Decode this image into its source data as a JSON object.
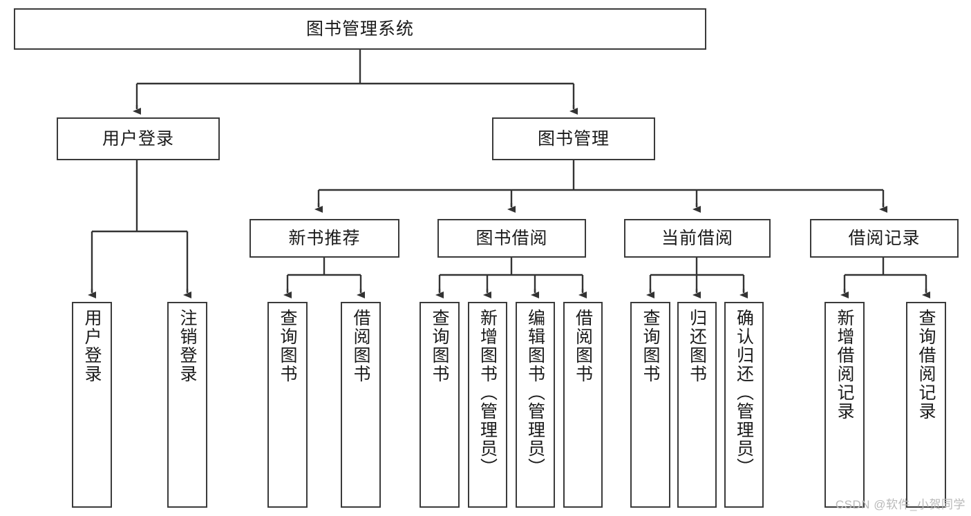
{
  "diagram": {
    "type": "tree",
    "title": "图书管理系统",
    "watermark": "CSDN @软件_小贺同学",
    "colors": {
      "box_border": "#3a3a3a",
      "box_fill": "#ffffff",
      "connector": "#333333",
      "text": "#1a1a1a",
      "watermark": "#b9b9b9"
    },
    "levels": {
      "root": {
        "label": "图书管理系统"
      },
      "level2": [
        {
          "label": "用户登录"
        },
        {
          "label": "图书管理"
        }
      ],
      "level3": [
        {
          "label": "新书推荐"
        },
        {
          "label": "图书借阅"
        },
        {
          "label": "当前借阅"
        },
        {
          "label": "借阅记录"
        }
      ],
      "leaves": {
        "user_login": [
          {
            "label": "用户登录"
          },
          {
            "label": "注销登录"
          }
        ],
        "new_book_recommend": [
          {
            "label": "查询图书"
          },
          {
            "label": "借阅图书"
          }
        ],
        "book_borrow": [
          {
            "label": "查询图书"
          },
          {
            "label": "新增图书（管理员）"
          },
          {
            "label": "编辑图书（管理员）"
          },
          {
            "label": "借阅图书"
          }
        ],
        "current_borrow": [
          {
            "label": "查询图书"
          },
          {
            "label": "归还图书"
          },
          {
            "label": "确认归还（管理员）"
          }
        ],
        "borrow_record": [
          {
            "label": "新增借阅记录"
          },
          {
            "label": "查询借阅记录"
          }
        ]
      }
    }
  }
}
